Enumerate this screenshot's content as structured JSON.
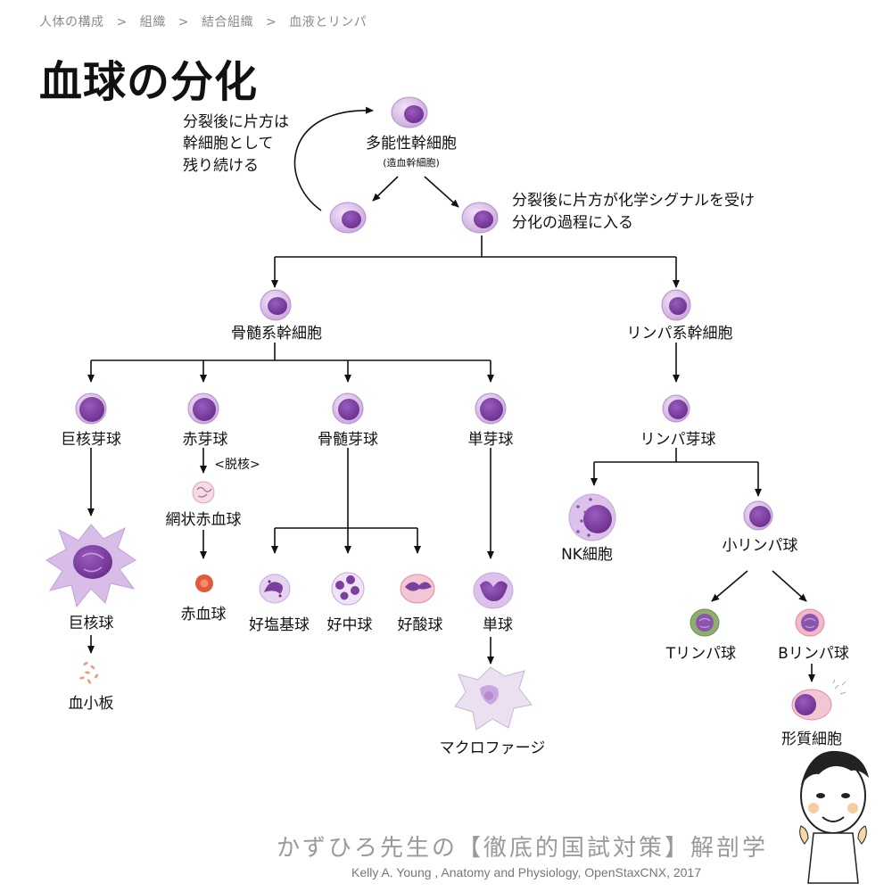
{
  "breadcrumb": {
    "items": [
      "人体の構成",
      "組織",
      "結合組織",
      "血液とリンパ"
    ],
    "separator": ">"
  },
  "title": "血球の分化",
  "annotations": {
    "self_renew": [
      "分裂後に片方は",
      "幹細胞として",
      "残り続ける"
    ],
    "differentiate": [
      "分裂後に片方が化学シグナルを受け",
      "分化の過程に入る"
    ],
    "enucleation": "<脱核>"
  },
  "cells": {
    "multipotent": "多能性幹細胞",
    "multipotent_sub": "(造血幹細胞)",
    "myeloid_stem": "骨髄系幹細胞",
    "lymphoid_stem": "リンパ系幹細胞",
    "megakaryoblast": "巨核芽球",
    "erythroblast": "赤芽球",
    "myeloblast": "骨髄芽球",
    "monoblast": "単芽球",
    "lymphoblast": "リンパ芽球",
    "reticulocyte": "網状赤血球",
    "megakaryocyte": "巨核球",
    "platelet": "血小板",
    "erythrocyte": "赤血球",
    "basophil": "好塩基球",
    "neutrophil": "好中球",
    "eosinophil": "好酸球",
    "monocyte": "単球",
    "macrophage": "マクロファージ",
    "nk_cell": "NK細胞",
    "small_lymphocyte": "小リンパ球",
    "t_lymphocyte": "Tリンパ球",
    "b_lymphocyte": "Bリンパ球",
    "plasma_cell": "形質細胞"
  },
  "colors": {
    "cell_body": "#c9a6dd",
    "nucleus": "#7b3f9e",
    "rbc": "#e05a3a",
    "t_cell": "#8fae6b",
    "b_cell": "#e8a4b8",
    "eos_granule": "#e8708a",
    "arrow": "#111111"
  },
  "footer": {
    "brand": "かずひろ先生の【徹底的国試対策】解剖学",
    "credit": "Kelly A. Young , Anatomy and Physiology, OpenStaxCNX, 2017"
  },
  "icons": [
    "cell-icon",
    "rbc-icon",
    "platelet-icon",
    "macrophage-icon",
    "mascot-icon"
  ]
}
